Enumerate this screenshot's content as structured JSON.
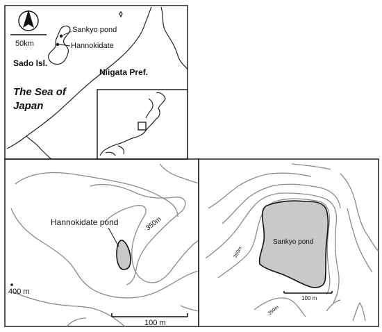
{
  "overview_map": {
    "scale_label": "50km",
    "places": {
      "sankyo": "Sankyo pond",
      "hannokidate": "Hannokidate",
      "sado": "Sado Isl.",
      "niigata": "Niigata Pref.",
      "sea_line1": "The Sea of",
      "sea_line2": "Japan"
    },
    "north_arrow_icon": "north-arrow-icon"
  },
  "hannokidate_map": {
    "pond_label": "Hannokidate pond",
    "contour_label": "350m",
    "spot_height_label": "400 m",
    "scale_label": "100 m"
  },
  "sankyo_map": {
    "pond_label": "Sankyo pond",
    "contour_label_1": "350m",
    "contour_label_2": "350m",
    "scale_label": "100 m"
  },
  "colors": {
    "pond_fill": "#c9c9c9",
    "contour": "#8a8a8a",
    "outline": "#111111"
  }
}
